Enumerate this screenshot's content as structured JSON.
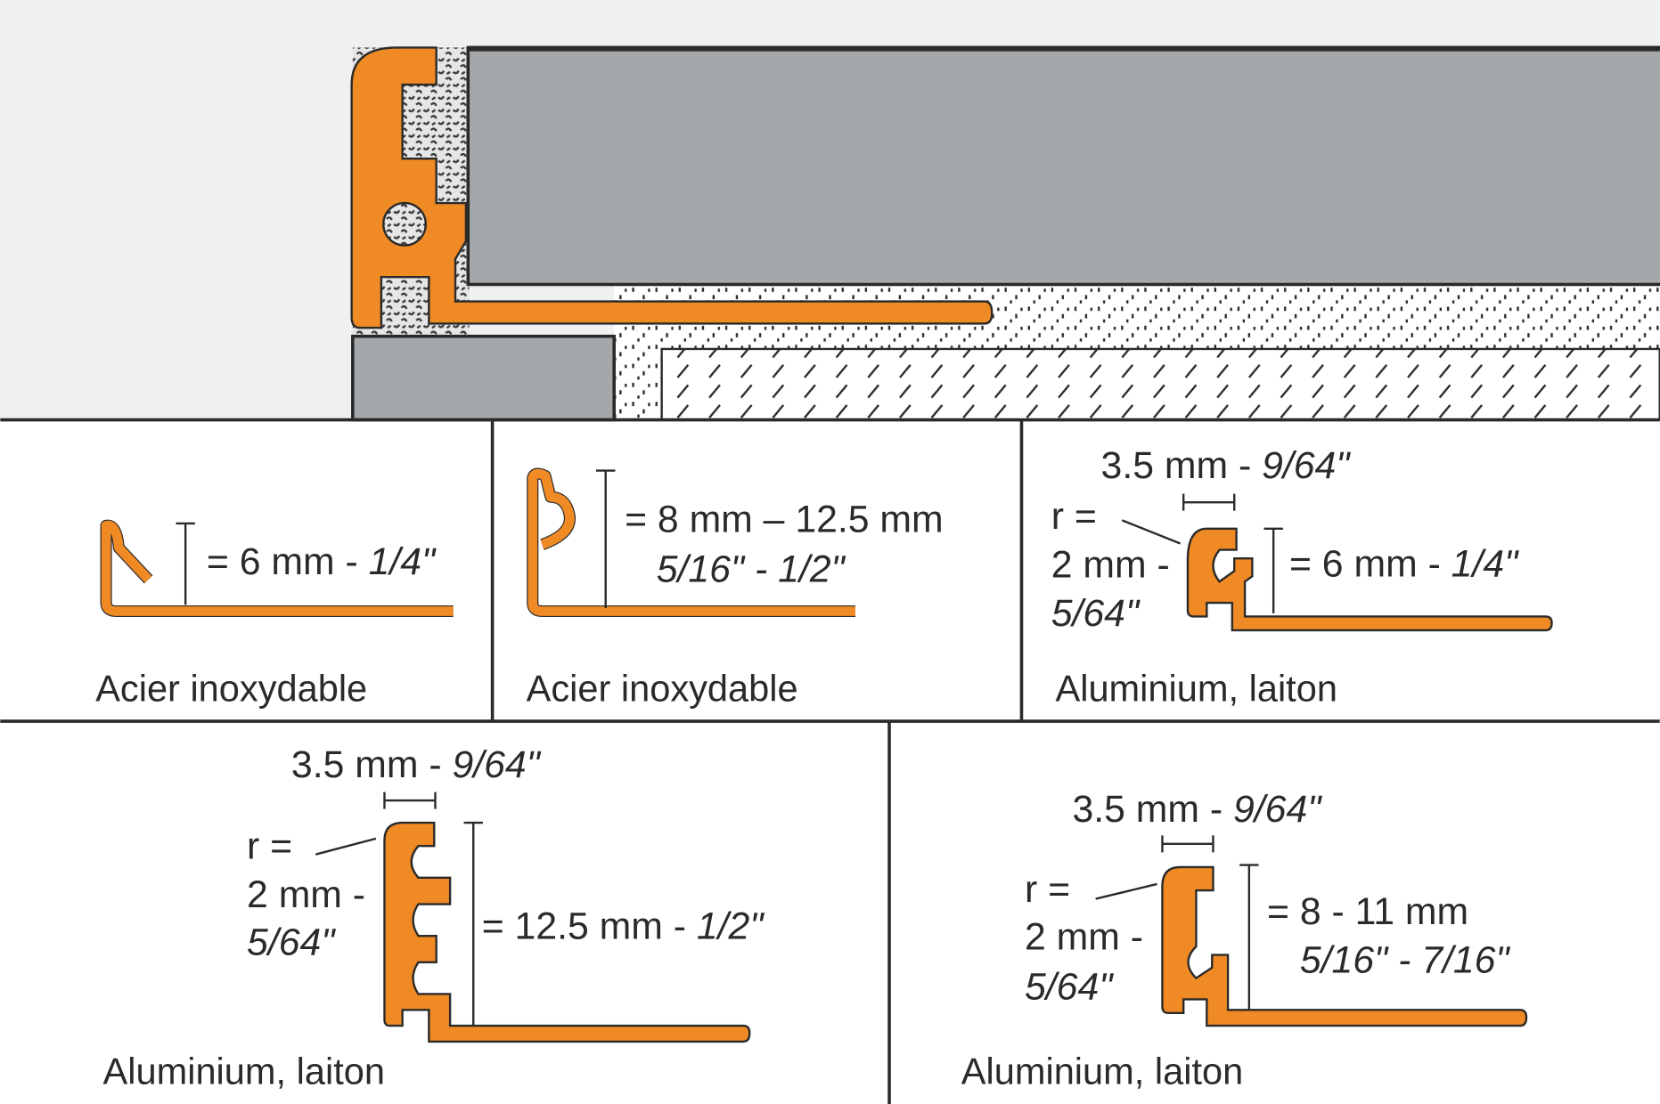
{
  "colors": {
    "profile": "#f08a24",
    "tile": "#a5a8ab",
    "background": "#eef0f1",
    "line": "#2a2a2a"
  },
  "hero": {
    "description_icon": "tile-edge-profile-cross-section"
  },
  "panels": [
    {
      "dim_main": "= 6 mm - ",
      "dim_main_it": "1/4\"",
      "material": "Acier inoxydable"
    },
    {
      "dim_main": "= 8 mm – 12.5 mm",
      "dim_sub_it": "5/16\" - 1/2\"",
      "material": "Acier inoxydable"
    },
    {
      "width": "3.5 mm - ",
      "width_it": "9/64\"",
      "r_label": "r =",
      "r_value": "2 mm -",
      "r_value_it": "5/64\"",
      "dim_main": "= 6 mm - ",
      "dim_main_it": "1/4\"",
      "material": "Aluminium, laiton"
    },
    {
      "width": "3.5 mm - ",
      "width_it": "9/64\"",
      "r_label": "r =",
      "r_value": "2 mm -",
      "r_value_it": "5/64\"",
      "dim_main": "= 12.5 mm - ",
      "dim_main_it": "1/2\"",
      "material": "Aluminium, laiton"
    },
    {
      "width": "3.5 mm - ",
      "width_it": "9/64\"",
      "r_label": "r =",
      "r_value": "2 mm -",
      "r_value_it": "5/64\"",
      "dim_main": "= 8 - 11 mm",
      "dim_sub_it": "5/16\" - 7/16\"",
      "material": "Aluminium, laiton"
    }
  ]
}
